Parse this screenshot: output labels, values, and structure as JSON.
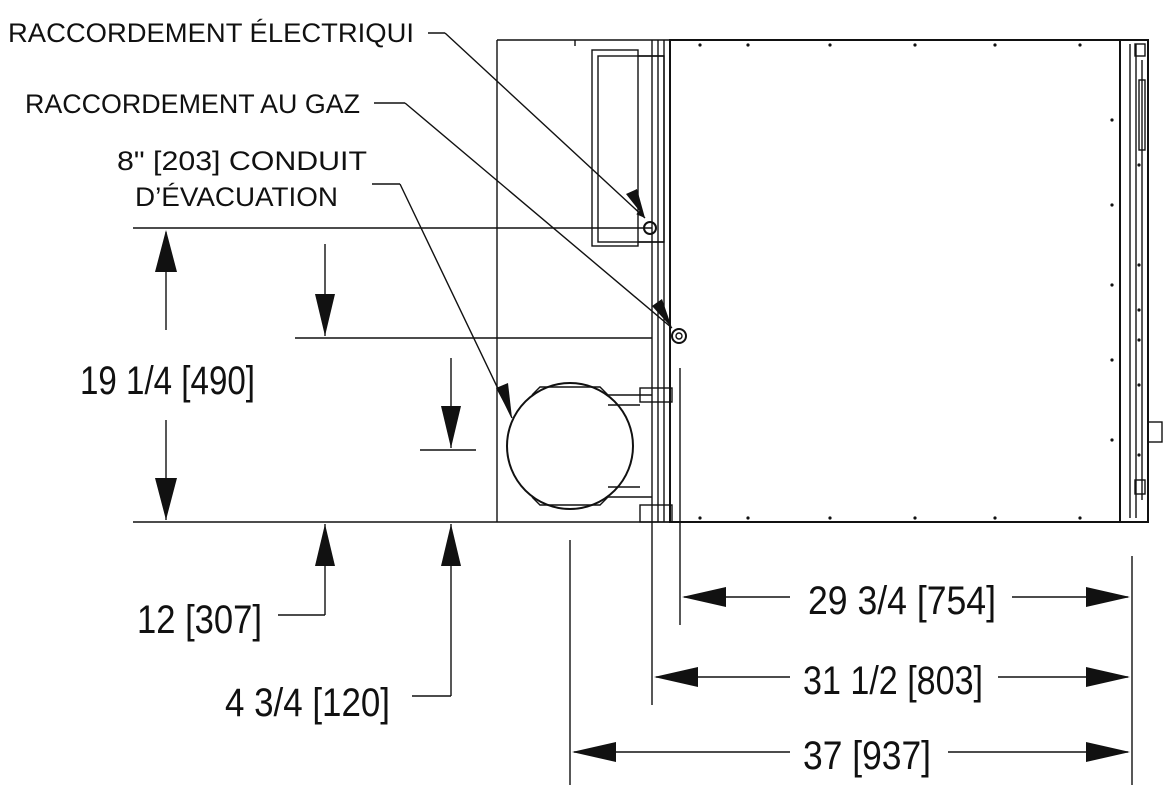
{
  "labels": {
    "electrical": "RACCORDEMENT ÉLECTRIQUI",
    "gas": "RACCORDEMENT AU GAZ",
    "vent_line1": "8\" [203] CONDUIT",
    "vent_line2": "D’ÉVACUATION"
  },
  "dimensions": {
    "height_total": "19 1/4 [490]",
    "vent_offset": "12 [307]",
    "gas_offset": "4 3/4 [120]",
    "width_body": "29 3/4 [754]",
    "width_frame": "31 1/2 [803]",
    "width_total": "37 [937]"
  },
  "colors": {
    "line": "#111111",
    "background": "#ffffff"
  }
}
